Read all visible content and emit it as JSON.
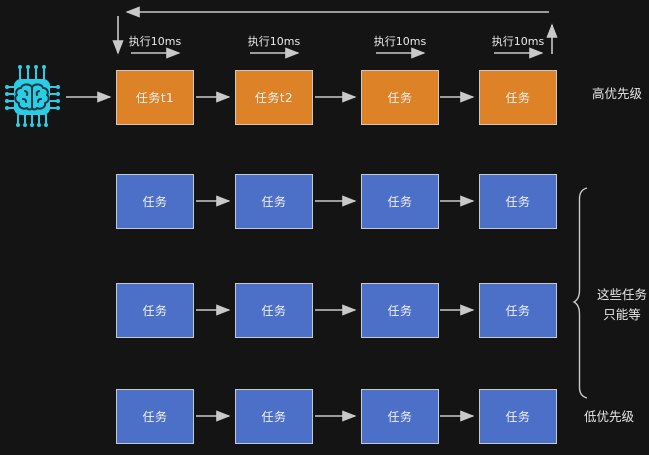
{
  "colors": {
    "background": "#141414",
    "high_priority_fill": "#DE8228",
    "low_priority_fill": "#4C6FC8",
    "box_border": "#C9C9C9",
    "arrow": "#C9C9C9",
    "cpu_icon_cyan": "#2BCDE4",
    "text": "#F2F2F2"
  },
  "icons": {
    "cpu": "brain-chip-icon"
  },
  "scheduler": {
    "exec_labels": [
      "执行10ms",
      "执行10ms",
      "执行10ms",
      "执行10ms"
    ],
    "rows": [
      {
        "priority": "high",
        "tasks": [
          "任务t1",
          "任务t2",
          "任务",
          "任务"
        ]
      },
      {
        "priority": "low",
        "tasks": [
          "任务",
          "任务",
          "任务",
          "任务"
        ]
      },
      {
        "priority": "low",
        "tasks": [
          "任务",
          "任务",
          "任务",
          "任务"
        ]
      },
      {
        "priority": "low",
        "tasks": [
          "任务",
          "任务",
          "任务",
          "任务"
        ]
      }
    ],
    "annotations": {
      "high_priority": "高优先级",
      "waiting_line1": "这些任务",
      "waiting_line2": "只能等",
      "low_priority": "低优先级"
    }
  }
}
